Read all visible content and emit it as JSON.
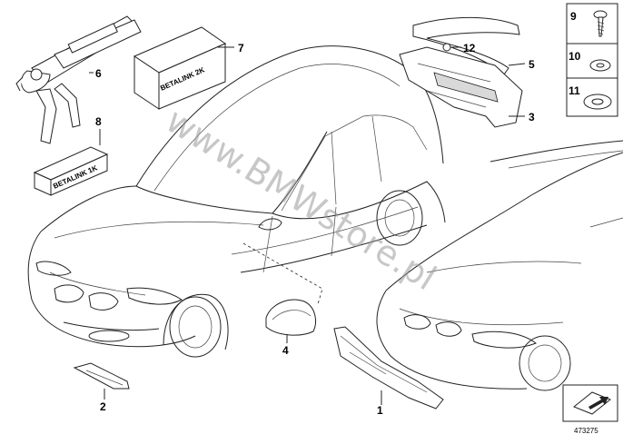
{
  "diagram": {
    "callouts": {
      "c1": "1",
      "c2": "2",
      "c3": "3",
      "c4": "4",
      "c5": "5",
      "c6": "6",
      "c7": "7",
      "c8": "8",
      "c9": "9",
      "c10": "10",
      "c11": "11",
      "c12": "12"
    },
    "box_labels": {
      "large_box": "BETALINK 2K",
      "small_box": "BETALINK 1K"
    },
    "watermark": "www.BMWstore.pl",
    "reference_number": "473275"
  }
}
